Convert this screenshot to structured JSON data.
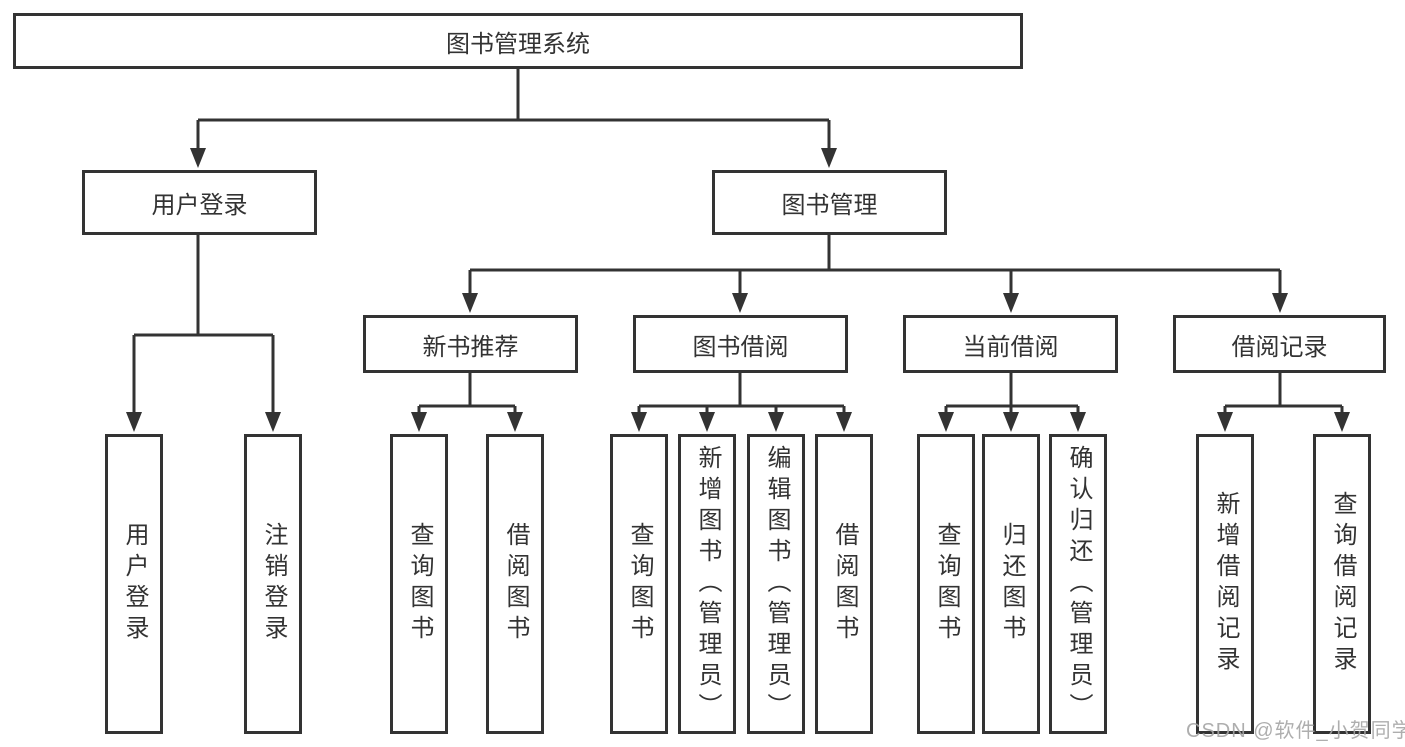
{
  "title": "图书管理系统",
  "branches": [
    {
      "label": "用户登录",
      "children": [
        {
          "label": "用户登录"
        },
        {
          "label": "注销登录"
        }
      ]
    },
    {
      "label": "图书管理",
      "children": [
        {
          "label": "新书推荐",
          "children": [
            {
              "label": "查询图书"
            },
            {
              "label": "借阅图书"
            }
          ]
        },
        {
          "label": "图书借阅",
          "children": [
            {
              "label": "查询图书"
            },
            {
              "label": "新增图书（管理员）"
            },
            {
              "label": "编辑图书（管理员）"
            },
            {
              "label": "借阅图书"
            }
          ]
        },
        {
          "label": "当前借阅",
          "children": [
            {
              "label": "查询图书"
            },
            {
              "label": "归还图书"
            },
            {
              "label": "确认归还（管理员）"
            }
          ]
        },
        {
          "label": "借阅记录",
          "children": [
            {
              "label": "新增借阅记录"
            },
            {
              "label": "查询借阅记录"
            }
          ]
        }
      ]
    }
  ],
  "watermark": "CSDN @软件_小贺同学",
  "colors": {
    "line": "#333333",
    "text": "#333333",
    "background": "#ffffff",
    "watermark": "#a5a5a5"
  }
}
